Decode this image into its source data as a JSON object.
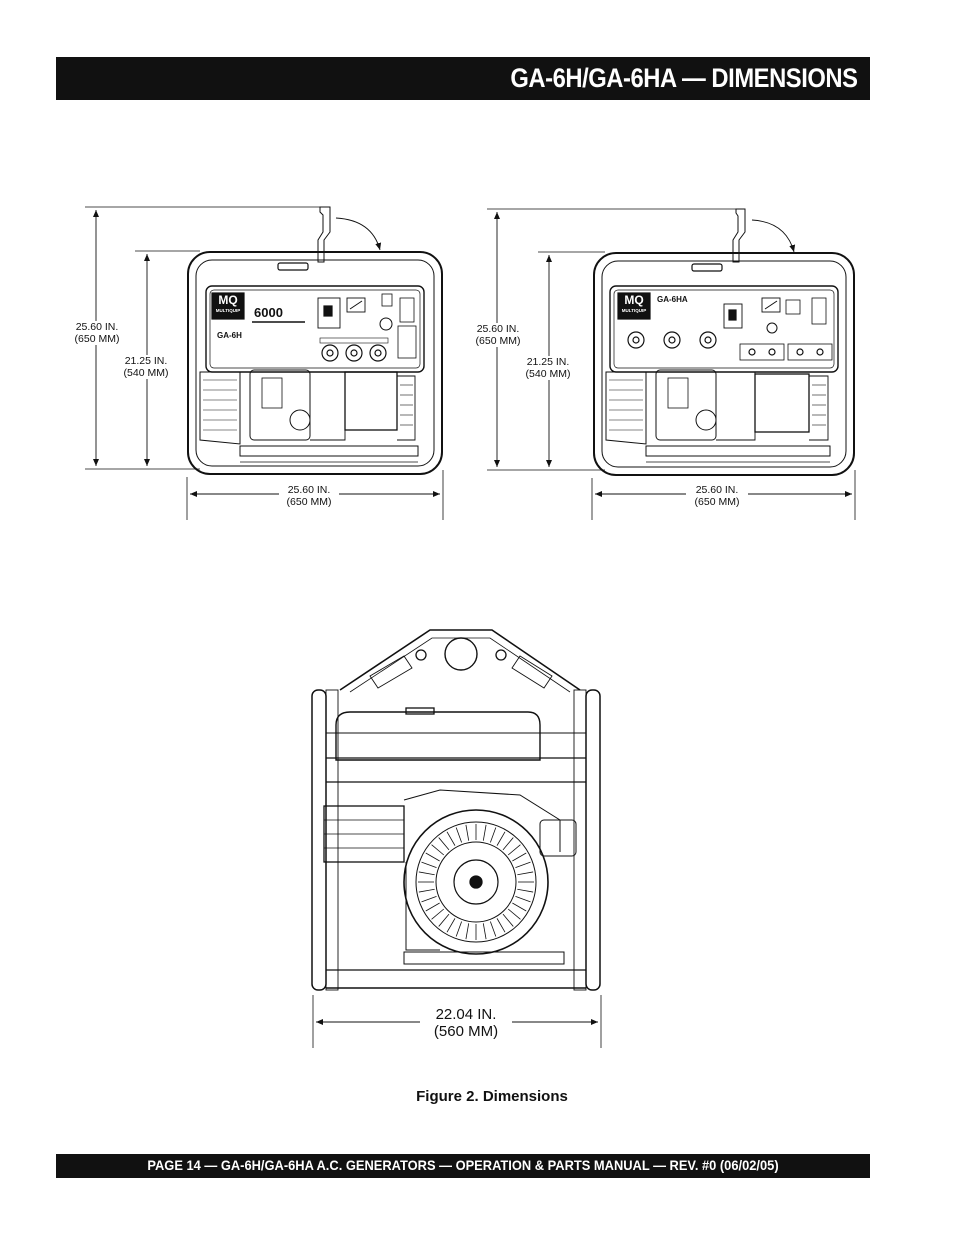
{
  "header": {
    "title": "GA-6H/GA-6HA —  DIMENSIONS"
  },
  "figure": {
    "left": {
      "height_total": [
        "25.60 IN.",
        "(650 MM)"
      ],
      "height_frame": [
        "21.25 IN.",
        "(540 MM)"
      ],
      "width": [
        "25.60 IN.",
        "(650 MM)"
      ],
      "panel_number": "6000",
      "panel_model": "GA-6H",
      "logo_top": "MQ",
      "logo_bottom": "MULTIQUIP"
    },
    "right": {
      "height_total": [
        "25.60 IN.",
        "(650 MM)"
      ],
      "height_frame": [
        "21.25 IN.",
        "(540 MM)"
      ],
      "width": [
        "25.60 IN.",
        "(650 MM)"
      ],
      "panel_model": "GA-6HA",
      "logo_top": "MQ",
      "logo_bottom": "MULTIQUIP"
    },
    "bottom": {
      "width": [
        "22.04 IN.",
        "(560 MM)"
      ]
    },
    "caption": "Figure 2.  Dimensions"
  },
  "footer": {
    "text": "PAGE 14 — GA-6H/GA-6HA A.C. GENERATORS — OPERATION & PARTS  MANUAL — REV. #0  (06/02/05)"
  }
}
